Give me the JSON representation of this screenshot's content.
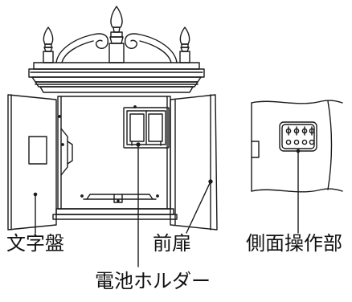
{
  "labels": {
    "dial": "文字盤",
    "front_door": "前扉",
    "side_panel": "側面操作部",
    "battery_holder": "電池ホルダー"
  },
  "colors": {
    "line": "#1a1a1a",
    "text": "#111111",
    "background": "#ffffff",
    "button_fill": "#ffffff"
  },
  "icons": {
    "finial": "flame-finial-icon",
    "battery": "battery-icon",
    "control_knob": "knob-icon"
  }
}
